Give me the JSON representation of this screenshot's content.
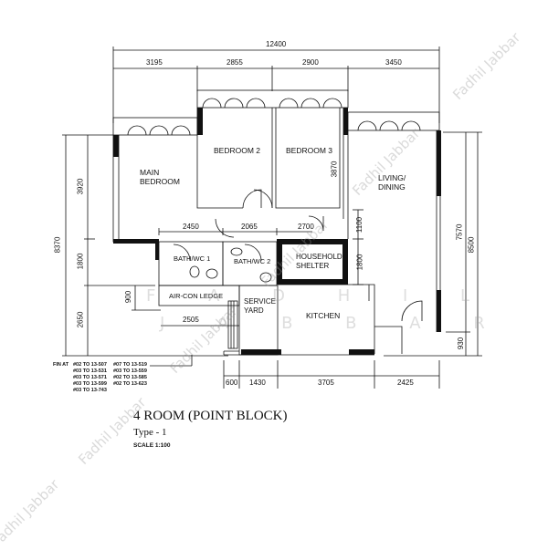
{
  "title": "4 ROOM (POINT BLOCK)",
  "subtitle": "Type - 1",
  "scale": "SCALE  1:100",
  "watermark": "Fadhil Jabbar",
  "watermark_letters_top": "F A D H I L",
  "watermark_letters_bottom": "J A B B A R",
  "rooms": {
    "main_bedroom_line1": "MAIN",
    "main_bedroom_line2": "BEDROOM",
    "bedroom2": "BEDROOM 2",
    "bedroom3": "BEDROOM 3",
    "living_line1": "LIVING/",
    "living_line2": "DINING",
    "bath1": "BATH/WC 1",
    "bath2": "BATH/WC 2",
    "shelter_line1": "HOUSEHOLD",
    "shelter_line2": "SHELTER",
    "aircon": "AIR-CON LEDGE",
    "service_line1": "SERVICE",
    "service_line2": "YARD",
    "kitchen": "KITCHEN"
  },
  "dimensions": {
    "top_total": "12400",
    "top_segments": [
      "3195",
      "2855",
      "2900",
      "3450"
    ],
    "left_total": "8370",
    "left_segments": [
      "3920",
      "1800",
      "2650"
    ],
    "aircon_depth": "900",
    "aircon_width": "2505",
    "corridor": [
      "2450",
      "2065",
      "2700"
    ],
    "bedroom3_depth": "3870",
    "shelter_side": [
      "1100",
      "1800"
    ],
    "right_inner": "7570",
    "right_outer": "8500",
    "entrance": "930",
    "bottom_segments": [
      "600",
      "1430",
      "3705",
      "2425"
    ]
  },
  "fin_at": {
    "label": "FIN AT",
    "col1": [
      "#02 TO 13-507",
      "#03 TO 13-531",
      "#03 TO 13-571",
      "#03 TO 13-599",
      "#03 TO 13-743"
    ],
    "col2": [
      "#07 TO 13-519",
      "#03 TO 13-559",
      "#02 TO 13-585",
      "#02 TO 13-623"
    ]
  }
}
